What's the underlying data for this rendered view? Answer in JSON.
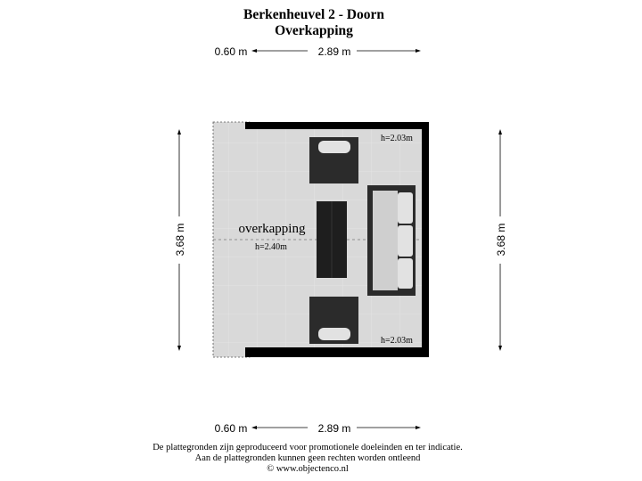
{
  "header": {
    "title": "Berkenheuvel 2 - Doorn",
    "subtitle": "Overkapping"
  },
  "dimensions": {
    "top_left": "0.60 m",
    "top_main": "2.89 m",
    "bottom_left": "0.60 m",
    "bottom_main": "2.89 m",
    "left_height": "3.68 m",
    "right_height": "3.68 m"
  },
  "room": {
    "name": "overkapping",
    "height_center": "h=2.40m",
    "height_top_right": "h=2.03m",
    "height_bottom_right": "h=2.03m"
  },
  "footer": {
    "line1": "De plattegronden zijn geproduceerd voor promotionele doeleinden en ter indicatie.",
    "line2": "Aan de plattegronden kunnen geen rechten worden ontleend",
    "line3": "© www.objectenco.nl"
  },
  "colors": {
    "wall": "#000000",
    "floor": "#d9d9d9",
    "furniture_dark": "#2b2b2b",
    "cushion": "#e2e2e2",
    "dimension_line": "#000000"
  }
}
